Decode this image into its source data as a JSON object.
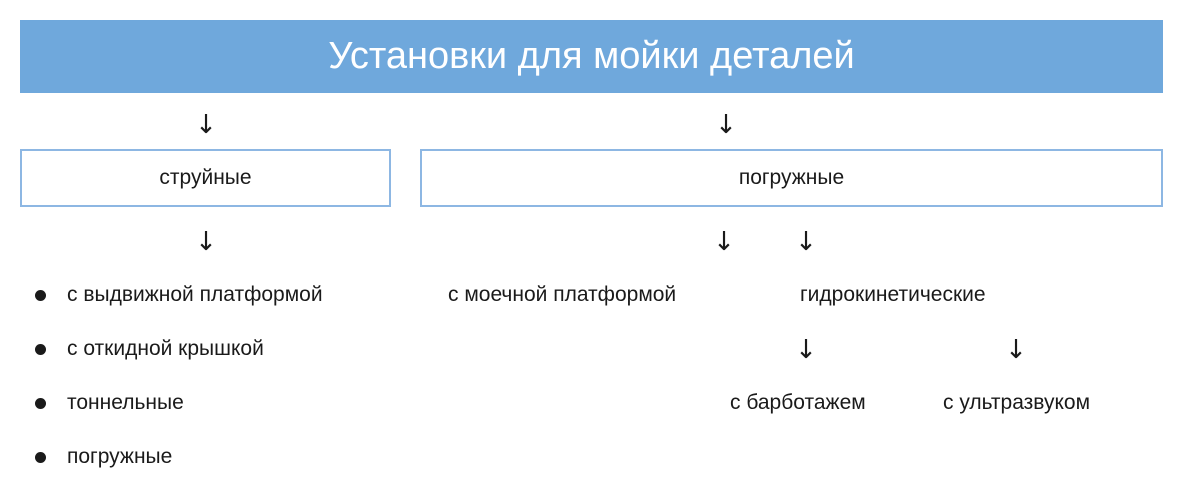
{
  "diagram": {
    "title": "Установки для мойки деталей",
    "arrow_glyph": "↓",
    "branches": [
      {
        "label": "струйные",
        "items": [
          "с выдвижной платформой",
          "с откидной крышкой",
          "тоннельные",
          "погружные"
        ]
      },
      {
        "label": "погружные",
        "children": [
          {
            "label": "с моечной платформой"
          },
          {
            "label": "гидрокинетические",
            "children": [
              {
                "label": "с барботажем"
              },
              {
                "label": "с ультразвуком"
              }
            ]
          }
        ]
      }
    ]
  }
}
